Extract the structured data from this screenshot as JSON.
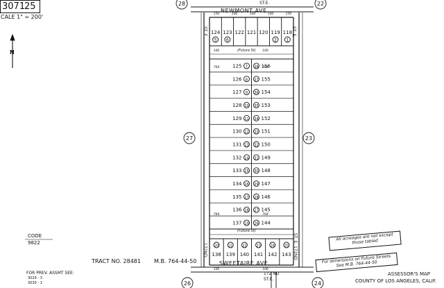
{
  "header": {
    "book": "3071",
    "page": "25",
    "scale": "CALE 1\" = 200'"
  },
  "adjacent_map_refs": [
    "28",
    "22",
    "27",
    "23",
    "26",
    "24"
  ],
  "streets": {
    "north": "NEWMONT   AVE.",
    "north_sub": "ST.E.",
    "south": "SWEETAIRE   AVE.",
    "south_sub": "ST.E.",
    "south_sub2": "172 ND",
    "west_top": "ST. E.",
    "east_top": "ST. E.",
    "west_bottom": "172ND",
    "east_bottom": "ST. E. 172ND",
    "future_top": "(Future St)",
    "future_bottom": "(Future St)"
  },
  "north_arrow": "N",
  "top_lots": [
    {
      "num": "124",
      "p": "5"
    },
    {
      "num": "123",
      "p": "6"
    },
    {
      "num": "122",
      "p": ""
    },
    {
      "num": "121",
      "p": ""
    },
    {
      "num": "120",
      "p": ""
    },
    {
      "num": "119",
      "p": "2"
    },
    {
      "num": "118",
      "p": "1"
    }
  ],
  "left_lots": [
    {
      "num": "125",
      "p": "7"
    },
    {
      "num": "126",
      "p": "8"
    },
    {
      "num": "127",
      "p": "9"
    },
    {
      "num": "128",
      "p": "10"
    },
    {
      "num": "129",
      "p": "11"
    },
    {
      "num": "130",
      "p": "12"
    },
    {
      "num": "131",
      "p": "13"
    },
    {
      "num": "132",
      "p": "14"
    },
    {
      "num": "133",
      "p": "15"
    },
    {
      "num": "134",
      "p": "16"
    },
    {
      "num": "135",
      "p": "17"
    },
    {
      "num": "136",
      "p": "18"
    },
    {
      "num": "137",
      "p": "19"
    }
  ],
  "right_lots": [
    {
      "num": "156",
      "p": "38"
    },
    {
      "num": "155",
      "p": "37"
    },
    {
      "num": "154",
      "p": "36"
    },
    {
      "num": "153",
      "p": "35"
    },
    {
      "num": "152",
      "p": "34"
    },
    {
      "num": "151",
      "p": "33"
    },
    {
      "num": "150",
      "p": "32"
    },
    {
      "num": "149",
      "p": "31"
    },
    {
      "num": "148",
      "p": "30"
    },
    {
      "num": "147",
      "p": "29"
    },
    {
      "num": "146",
      "p": "28"
    },
    {
      "num": "145",
      "p": "27"
    },
    {
      "num": "144",
      "p": "26"
    }
  ],
  "bottom_lots": [
    {
      "num": "138",
      "p": "20"
    },
    {
      "num": "139",
      "p": "21"
    },
    {
      "num": "140",
      "p": "22"
    },
    {
      "num": "141",
      "p": "23"
    },
    {
      "num": "142",
      "p": "24"
    },
    {
      "num": "143",
      "p": "25"
    }
  ],
  "dims": {
    "top_row": [
      "150",
      "100",
      "100",
      "100",
      "150"
    ],
    "row": "100",
    "side": "764"
  },
  "notes": {
    "acreage": "All acreages are net except those tabled",
    "future_streets": "For dimensions on Future Streets See M.B. 764-44-50"
  },
  "code": {
    "label": "CODE",
    "value": "9822"
  },
  "tract": {
    "label": "TRACT NO. 28481",
    "mb": "M.B. 764-44-50"
  },
  "prev_assmt": {
    "label": "FOR PREV. ASSMT SEE:",
    "lines": [
      "3029 - 3",
      "3030 - 1"
    ]
  },
  "assessor": {
    "line1": "ASSESSOR'S MAP",
    "line2": "COUNTY OF LOS ANGELES, CALIF."
  }
}
